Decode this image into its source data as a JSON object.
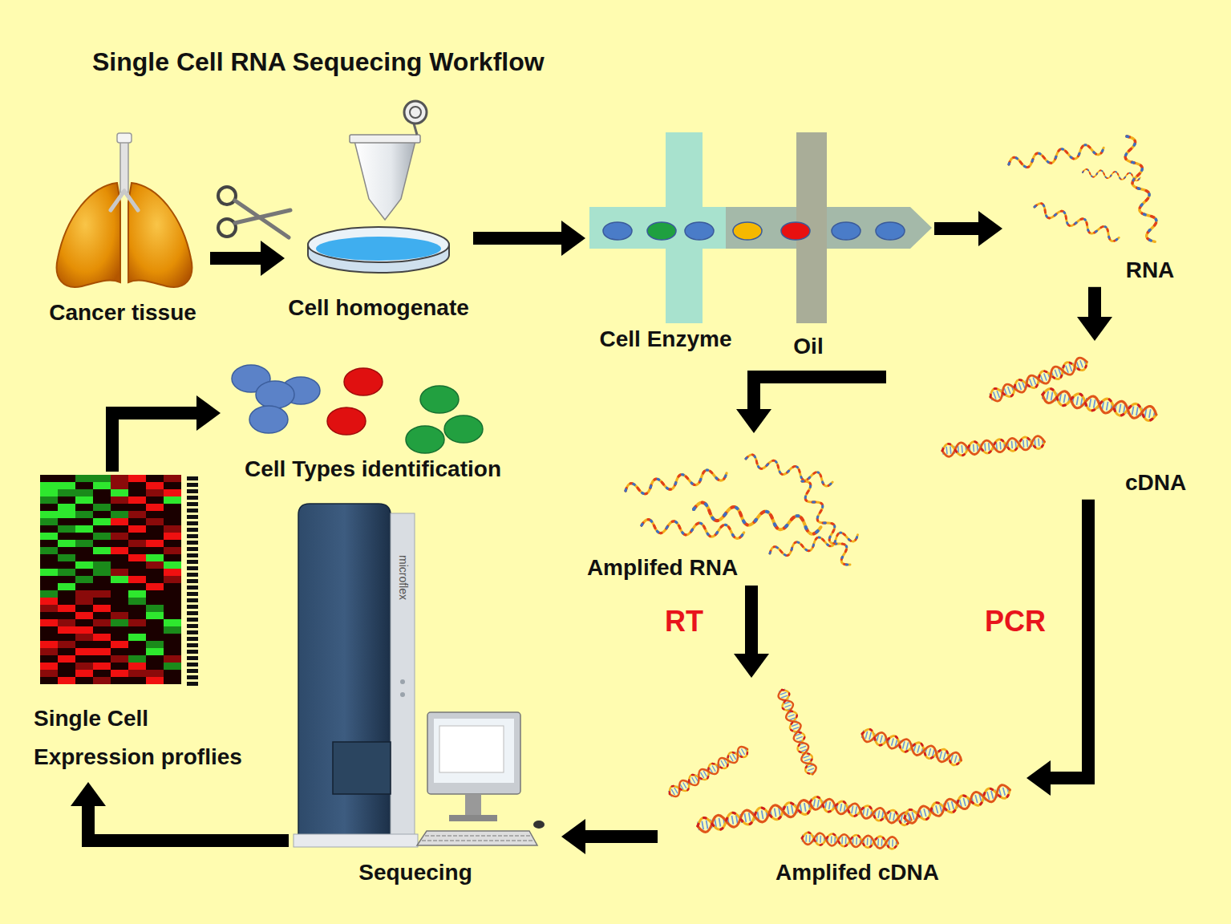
{
  "diagram": {
    "title": "Single Cell RNA Sequecing Workflow",
    "nodes": [
      {
        "text": [
          "Cancer tissue"
        ]
      },
      {
        "text": [
          "Cell homogenate"
        ]
      },
      {
        "text": [
          "Cell Enzyme",
          "Oil"
        ]
      },
      {
        "text": [
          "RNA"
        ]
      },
      {
        "text": [
          "cDNA"
        ]
      },
      {
        "text": [
          "Amplifed RNA"
        ]
      },
      {
        "text": [
          "Amplifed cDNA"
        ]
      },
      {
        "text": [
          "Sequecing"
        ]
      },
      {
        "text": [
          "Single Cell Expression proflies"
        ]
      },
      {
        "text": [
          "Cell Types identification"
        ]
      }
    ],
    "edges": [
      {
        "from": 0,
        "to": 1,
        "arrow": "to"
      },
      {
        "from": 1,
        "to": 2,
        "arrow": "to"
      },
      {
        "from": 2,
        "to": 3,
        "arrow": "to"
      },
      {
        "from": 3,
        "to": 4,
        "arrow": "to"
      },
      {
        "from": 2,
        "to": 5,
        "arrow": "to"
      },
      {
        "from": 5,
        "to": 6,
        "label": "RT",
        "arrow": "to"
      },
      {
        "from": 4,
        "to": 6,
        "label": "PCR",
        "arrow": "to"
      },
      {
        "from": 6,
        "to": 7,
        "arrow": "to"
      },
      {
        "from": 7,
        "to": 8,
        "arrow": "to"
      },
      {
        "from": 8,
        "to": 9,
        "arrow": "to"
      }
    ],
    "labels": [
      "microflex"
    ]
  }
}
